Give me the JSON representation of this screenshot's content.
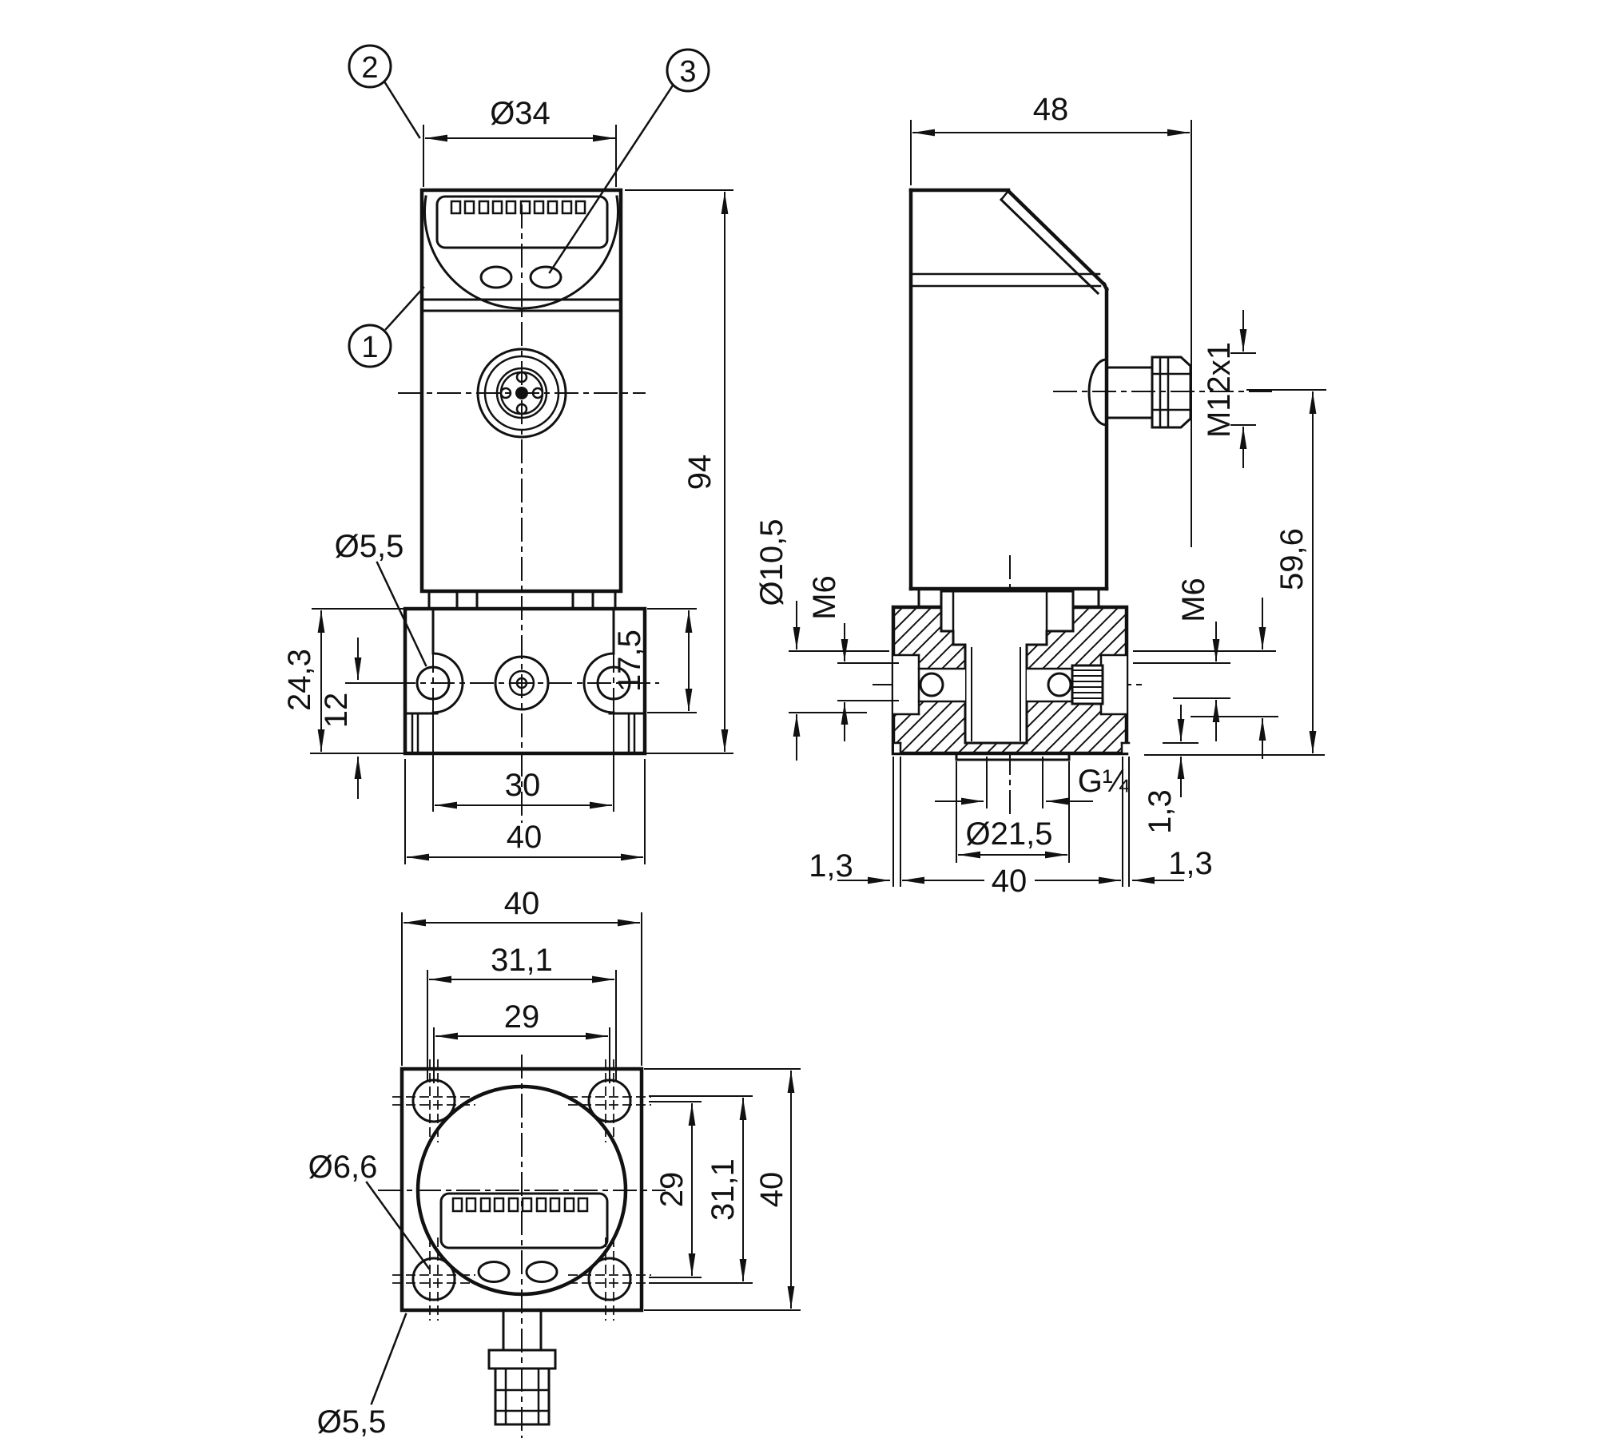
{
  "drawing_title": "pressure-sensor-dimensional-drawing",
  "front_view": {
    "dim_dia34": "Ø34",
    "dim_94": "94",
    "dim_dia55": "Ø5,5",
    "dim_243": "24,3",
    "dim_12": "12",
    "dim_175": "17,5",
    "dim_30": "30",
    "dim_40": "40",
    "callout_1": "1",
    "callout_2": "2",
    "callout_3": "3"
  },
  "side_view": {
    "dim_48": "48",
    "dim_m12x1": "M12x1",
    "dim_596": "59,6",
    "dim_dia105": "Ø10,5",
    "dim_m6_left": "M6",
    "dim_m6_right": "M6",
    "dim_13_vertical": "1,3",
    "dim_g14": "G¼",
    "dim_dia215": "Ø21,5",
    "dim_40": "40",
    "dim_13_left": "1,3",
    "dim_13_right": "1,3"
  },
  "bottom_view": {
    "dim_40_top": "40",
    "dim_311_top": "31,1",
    "dim_29_top": "29",
    "dim_dia66": "Ø6,6",
    "dim_dia55": "Ø5,5",
    "dim_29_right": "29",
    "dim_311_right": "31,1",
    "dim_40_right": "40"
  }
}
